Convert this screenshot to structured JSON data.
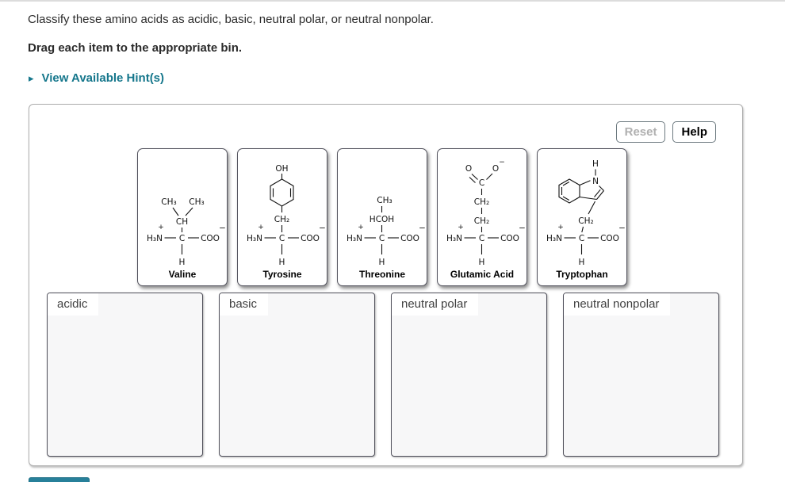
{
  "page": {
    "prompt": "Classify these amino acids as acidic, basic, neutral polar, or neutral nonpolar.",
    "instruction": "Drag each item to the appropriate bin.",
    "hint_arrow": "▸",
    "hint_link": "View Available Hint(s)"
  },
  "toolbar": {
    "reset_label": "Reset",
    "help_label": "Help"
  },
  "backbone": {
    "plus": "+",
    "h3n": "H₃N",
    "c": "C",
    "coo": "COO",
    "minus": "−",
    "h": "H"
  },
  "cards": [
    {
      "name": "Valine",
      "labels": {
        "ch3_left": "CH₃",
        "ch3_right": "CH₃",
        "ch": "CH"
      }
    },
    {
      "name": "Tyrosine",
      "labels": {
        "oh": "OH",
        "ch2": "CH₂"
      }
    },
    {
      "name": "Threonine",
      "labels": {
        "ch3": "CH₃",
        "hcoh": "HCOH"
      }
    },
    {
      "name": "Glutamic Acid",
      "labels": {
        "o_left": "O",
        "o_right": "O",
        "o_minus": "−",
        "c": "C",
        "ch2_upper": "CH₂",
        "ch2_lower": "CH₂"
      }
    },
    {
      "name": "Tryptophan",
      "labels": {
        "h": "H",
        "n": "N",
        "ch2": "CH₂"
      }
    }
  ],
  "bins": [
    {
      "label": "acidic"
    },
    {
      "label": "basic"
    },
    {
      "label": "neutral polar"
    },
    {
      "label": "neutral nonpolar"
    }
  ],
  "colors": {
    "accent_teal": "#16778c",
    "card_border": "#53535e",
    "bin_border": "#50505b",
    "disabled_text": "#b0b0b0"
  }
}
